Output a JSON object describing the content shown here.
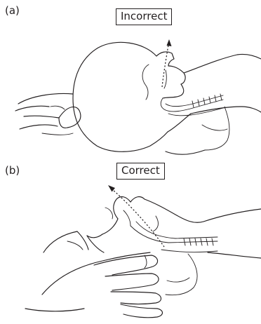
{
  "panels": [
    {
      "label": "(a)",
      "caption": "Incorrect"
    },
    {
      "label": "(b)",
      "caption": "Correct"
    }
  ]
}
